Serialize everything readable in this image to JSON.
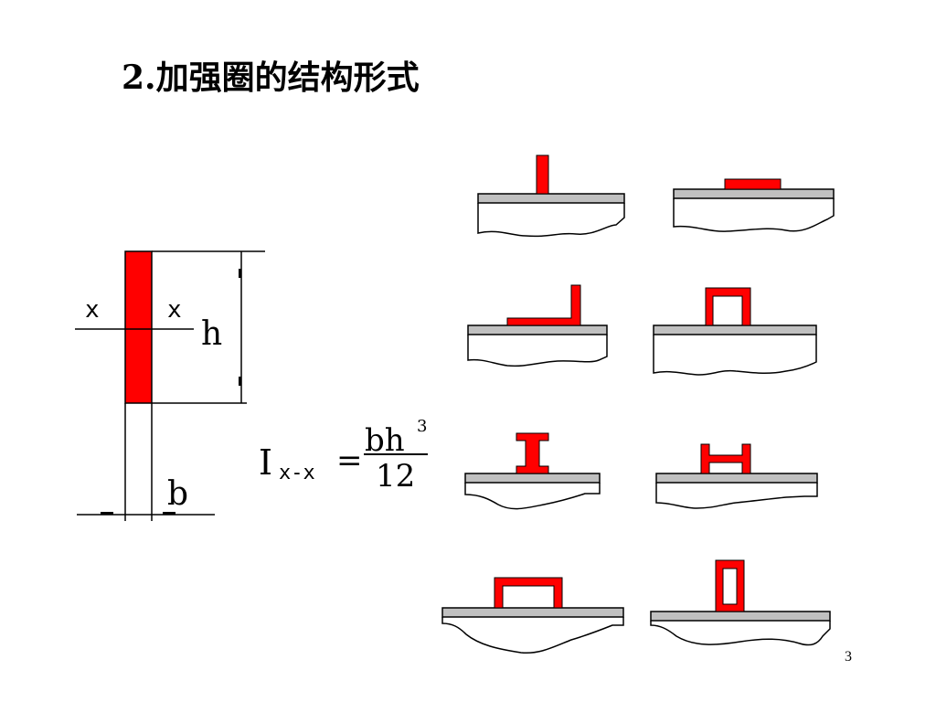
{
  "slide": {
    "title": "2.加强圈的结构形式",
    "page_number": "3"
  },
  "section_diagram": {
    "axis_label_left": "x",
    "axis_label_right": "x",
    "height_label": "h",
    "width_label": "b"
  },
  "formula": {
    "lhs_main": "I",
    "lhs_subscript": "x-x",
    "equals": "=",
    "numerator": "bh",
    "numerator_exponent": "3",
    "denominator": "12"
  },
  "colors": {
    "stiffener": "#ff0000",
    "plate": "#c0c0c0",
    "line": "#000000"
  },
  "icons": [
    "flat-bar-stiffener-icon",
    "flat-plate-stiffener-icon",
    "angle-stiffener-icon",
    "channel-stiffener-icon",
    "i-beam-stiffener-icon",
    "h-section-stiffener-icon",
    "wide-hat-stiffener-icon",
    "box-stiffener-icon"
  ]
}
